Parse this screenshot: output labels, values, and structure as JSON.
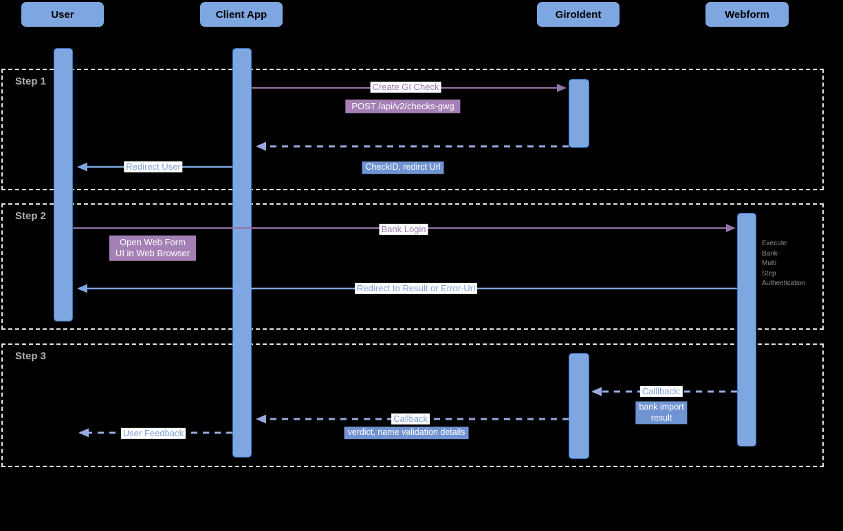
{
  "diagram": {
    "type": "sequence-diagram",
    "actors": [
      {
        "id": "user",
        "label": "User"
      },
      {
        "id": "client-app",
        "label": "Client App"
      },
      {
        "id": "giroident",
        "label": "GiroIdent"
      },
      {
        "id": "webform",
        "label": "Webform"
      }
    ],
    "steps": [
      {
        "label": "Step 1"
      },
      {
        "label": "Step 2"
      },
      {
        "label": "Step 3"
      }
    ],
    "labels": {
      "create_gi_check": "Create GI Check",
      "post_endpoint": "POST /api/v2/checks-gwg",
      "checkid_return": "CheckID, redirct Url",
      "redirect_user": "Redirect User",
      "bank_login": "Bank Login",
      "open_web_form_line1": "Open Web Form",
      "open_web_form_line2": "UI in Web Browser",
      "webform_note": [
        "Execute",
        "Bank",
        "Multi",
        "Step",
        "Authentication"
      ],
      "redirect_result": "Redirect to Result or Error-Url",
      "callback_webform": "Calllback:",
      "bank_import_line1": "bank import",
      "bank_import_line2": "result",
      "callback_client": "Callback",
      "callback_detail": "verdict, name validation details",
      "user_feedback": "User Feedback"
    },
    "colors": {
      "background": "#000000",
      "actor_fill": "#7EA6E0",
      "activation_fill": "#7EA6E0",
      "activation_border": "#3B77C8",
      "purple_arrow": "#9673A6",
      "purple_label_bg": "#A580B5",
      "purple_label_text": "#9C79B0",
      "blue_arrow": "#7EA6E0",
      "blue_label_bg": "#7093D2",
      "blue_label_text": "#7D9FD8",
      "lavender_dashed_arrow": "#98AADF",
      "frame_border": "#E4E4E4",
      "step_label_text": "#AFAFAF",
      "note_text": "#8F8F8F"
    }
  }
}
